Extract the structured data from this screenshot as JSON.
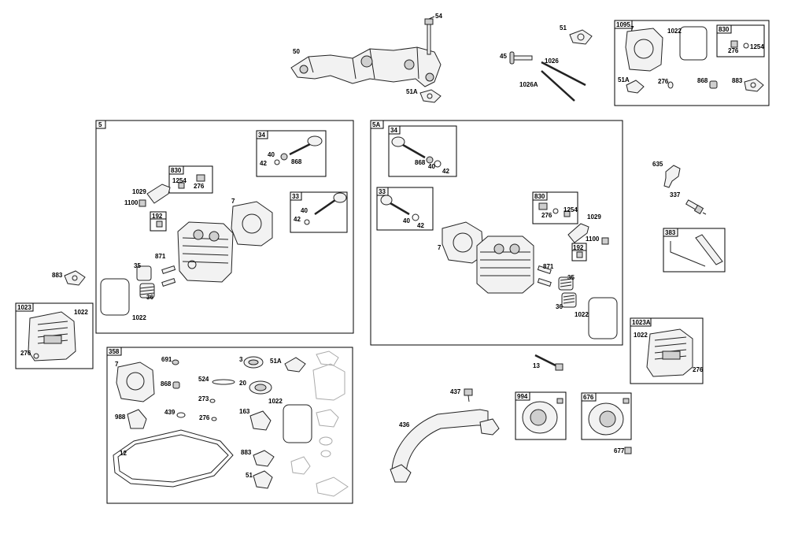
{
  "group_tags": {
    "g5": "5",
    "g5a": "5A",
    "g34a": "34",
    "g830a": "830",
    "g192a": "192",
    "g33a": "33",
    "g34b": "34",
    "g33b": "33",
    "g830b": "830",
    "g192b": "192",
    "g1095": "1095",
    "g830c": "830",
    "g1023": "1023",
    "g1023a": "1023A",
    "g358": "358",
    "g383": "383",
    "g994": "994",
    "g676": "676"
  },
  "callouts": {
    "c54": "54",
    "c50": "50",
    "c51a_top": "51A",
    "c51_top": "51",
    "c45": "45",
    "c1026": "1026",
    "c1026a": "1026A",
    "k7": "7",
    "k1022": "1022",
    "k276": "276",
    "k1254": "1254",
    "k51a": "51A",
    "k276b": "276",
    "k868": "868",
    "k883": "883",
    "a40": "40",
    "a868": "868",
    "a42": "42",
    "a1254": "1254",
    "a276": "276",
    "a1029": "1029",
    "a1100": "1100",
    "a7": "7",
    "a40b": "40",
    "a42b": "42",
    "a35": "35",
    "a871": "871",
    "a36": "36",
    "a1022": "1022",
    "b868": "868",
    "b40": "40",
    "b42": "42",
    "b40b": "40",
    "b42b": "42",
    "b276": "276",
    "b1254": "1254",
    "b1029": "1029",
    "b1100": "1100",
    "b7": "7",
    "b871": "871",
    "b35": "35",
    "b36": "36",
    "b1022": "1022",
    "c635": "635",
    "c337": "337",
    "c883": "883",
    "c1022_l": "1022",
    "c276_l": "276",
    "c1022_r": "1022",
    "c276_r": "276",
    "c13": "13",
    "c437": "437",
    "c436": "436",
    "c677": "677",
    "s7": "7",
    "s691": "691",
    "s3": "3",
    "s51a": "51A",
    "s868": "868",
    "s524": "524",
    "s20": "20",
    "s273": "273",
    "s1022": "1022",
    "s988": "988",
    "s439": "439",
    "s276": "276",
    "s163": "163",
    "s12": "12",
    "s883": "883",
    "s51": "51"
  }
}
